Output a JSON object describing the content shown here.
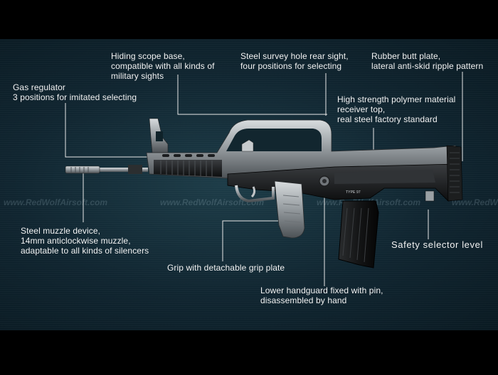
{
  "watermark": "www.RedWolfAirsoft.com",
  "callouts": {
    "scope_base": "Hiding scope base,\ncompatible with all kinds of\nmilitary sights",
    "rear_sight": "Steel survey hole rear sight,\nfour positions for selecting",
    "butt_plate": "Rubber butt plate,\nlateral anti-skid ripple pattern",
    "gas_regulator": "Gas regulator\n3 positions for imitated selecting",
    "receiver_top": "High strength polymer material\nreceiver top,\nreal steel factory standard",
    "muzzle": "Steel muzzle device,\n14mm anticlockwise muzzle,\nadaptable to all kinds of silencers",
    "grip": "Grip with detachable grip plate",
    "lower_handguard": "Lower handguard fixed with pin,\ndisassembled by hand",
    "safety": "Safety selector level"
  },
  "receiver_marking": "TYPE 97"
}
